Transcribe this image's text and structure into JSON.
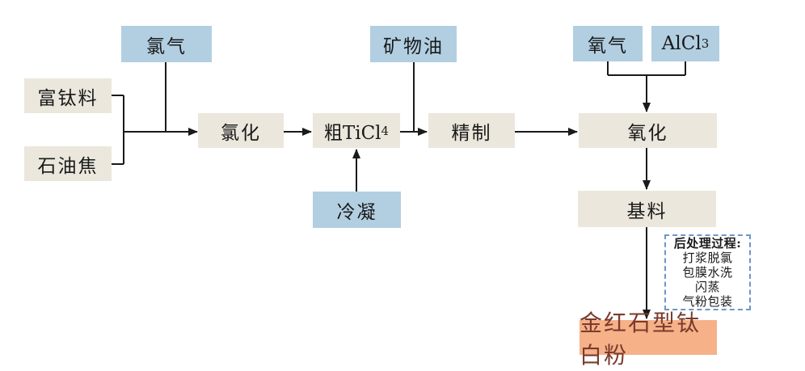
{
  "colors": {
    "blue": "#b2cfe2",
    "beige": "#ebe7dd",
    "orange": "#f6b189",
    "orange_text": "#7a3b2b",
    "line": "#1a1a1a",
    "dashed_border": "#6e96c8",
    "bg": "#ffffff"
  },
  "nodes": {
    "chlorine_gas": "氯气",
    "titanium_rich_material": "富钛料",
    "petroleum_coke": "石油焦",
    "chlorination": "氯化",
    "crude_ticl4": {
      "text": "粗TiCl",
      "sub": "4"
    },
    "mineral_oil": "矿物油",
    "condensation": "冷凝",
    "refining": "精制",
    "oxygen": "氧气",
    "alcl3": {
      "text": "AlCl",
      "sub": "3"
    },
    "oxidation": "氧化",
    "base_material": "基料",
    "rutile_titanium_dioxide": "金红石型钛白粉",
    "post_treatment": {
      "title": "后处理过程:",
      "items": [
        "打浆脱氯",
        "包膜水洗",
        "闪蒸",
        "气粉包装"
      ]
    }
  }
}
